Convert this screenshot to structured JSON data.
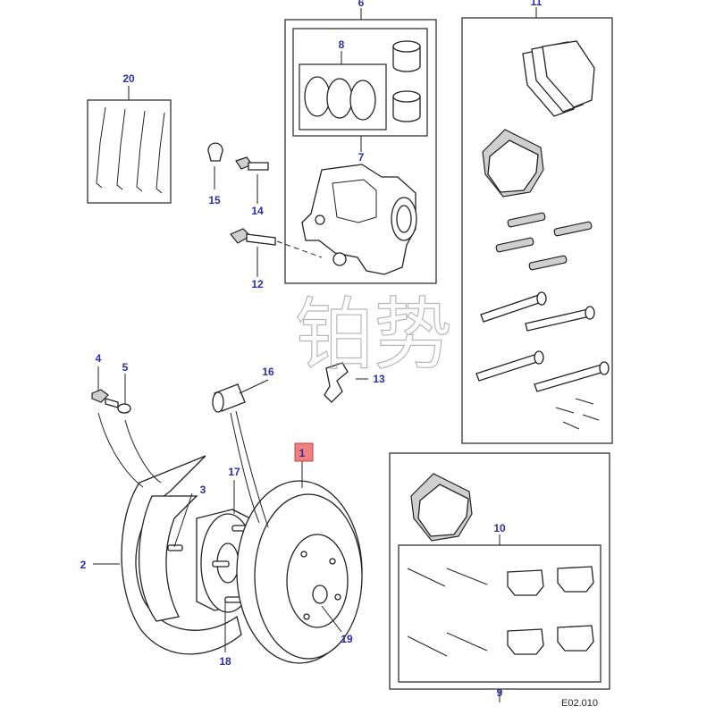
{
  "diagram": {
    "reference_code": "E02.010",
    "watermark": "铂势",
    "callouts": {
      "c1": "1",
      "c2": "2",
      "c3": "3",
      "c4": "4",
      "c5": "5",
      "c6": "6",
      "c7": "7",
      "c8": "8",
      "c9": "9",
      "c10": "10",
      "c11": "11",
      "c12": "12",
      "c13": "13",
      "c14": "14",
      "c15": "15",
      "c16": "16",
      "c17": "17",
      "c18": "18",
      "c19": "19",
      "c20": "20"
    },
    "colors": {
      "callout": "#2b2fa8",
      "highlight": "#f08080",
      "line": "#222222"
    }
  }
}
